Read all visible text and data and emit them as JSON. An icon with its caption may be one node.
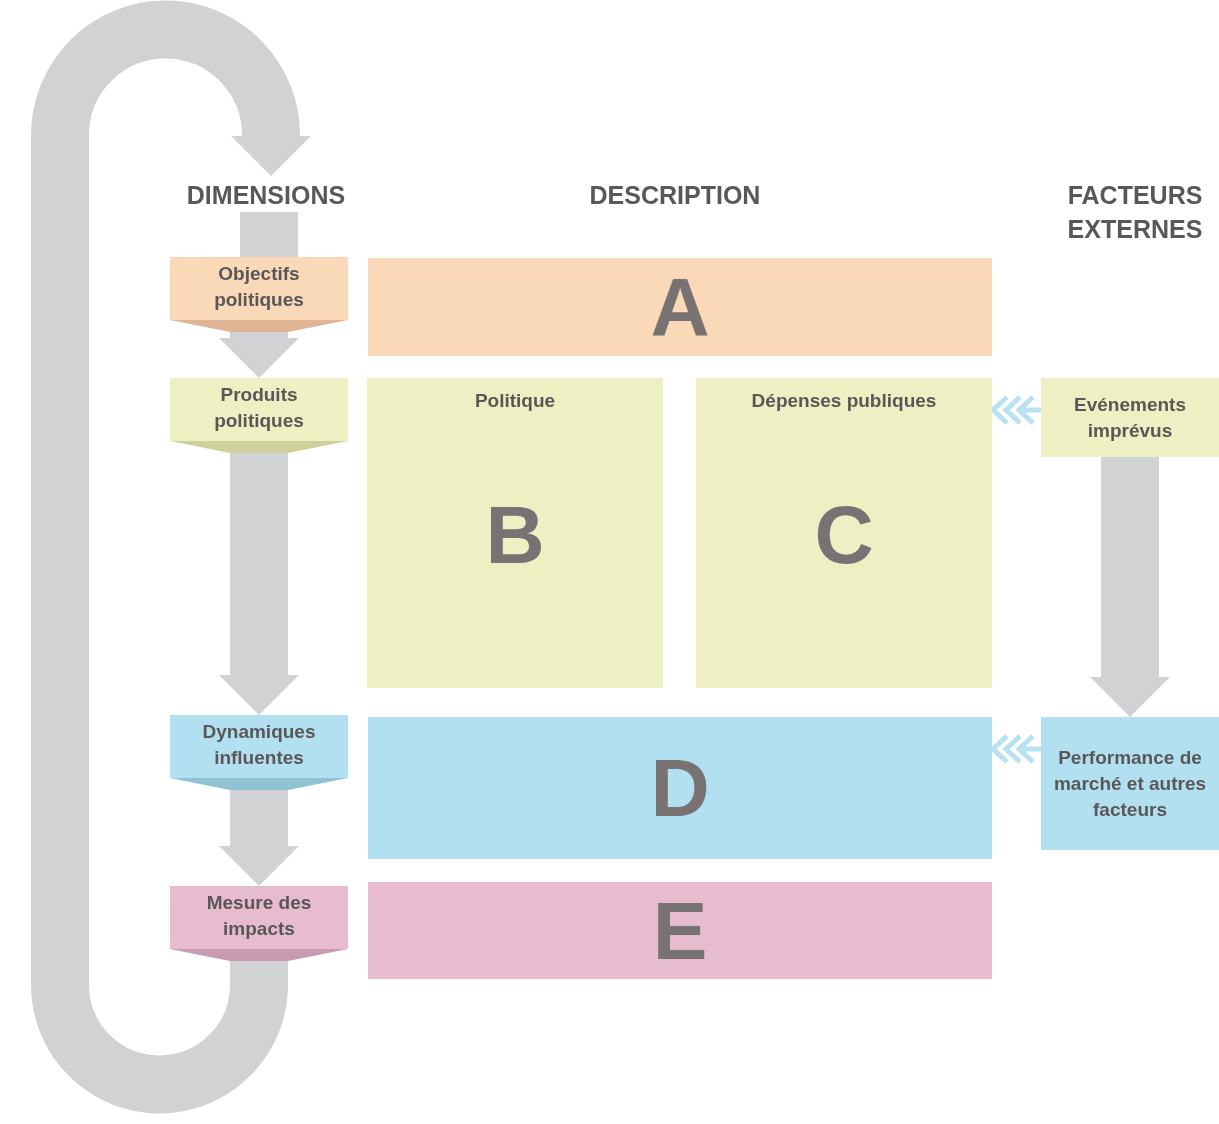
{
  "diagram": {
    "nodes": [
      {
        "text": [
          "DIMENSIONS"
        ]
      },
      {
        "text": [
          "Objectifs politiques"
        ]
      },
      {
        "text": [
          "A"
        ]
      },
      {
        "text": [
          "Produits politiques"
        ]
      },
      {
        "text": [
          "Politique",
          "B"
        ]
      },
      {
        "text": [
          "Dépenses publiques",
          "C"
        ]
      },
      {
        "text": [
          "Evénements imprévus"
        ]
      },
      {
        "text": [
          "Dynamiques influentes"
        ]
      },
      {
        "text": [
          "D"
        ]
      },
      {
        "text": [
          "Performance de marché et autres facteurs"
        ]
      },
      {
        "text": [
          "Mesure des impacts"
        ]
      },
      {
        "text": [
          "E"
        ]
      }
    ],
    "edges": [
      {
        "from": 10,
        "to": 0,
        "arrow": "to"
      },
      {
        "from": 0,
        "to": 1,
        "arrow": "none"
      },
      {
        "from": 1,
        "to": 3,
        "arrow": "to"
      },
      {
        "from": 3,
        "to": 7,
        "arrow": "to"
      },
      {
        "from": 7,
        "to": 10,
        "arrow": "to"
      },
      {
        "from": 6,
        "to": 9,
        "arrow": "to"
      },
      {
        "from": 6,
        "to": 5,
        "arrow": "to"
      },
      {
        "from": 9,
        "to": 8,
        "arrow": "to"
      }
    ],
    "labels": [
      "DESCRIPTION",
      "FACTEURS EXTERNES"
    ]
  }
}
